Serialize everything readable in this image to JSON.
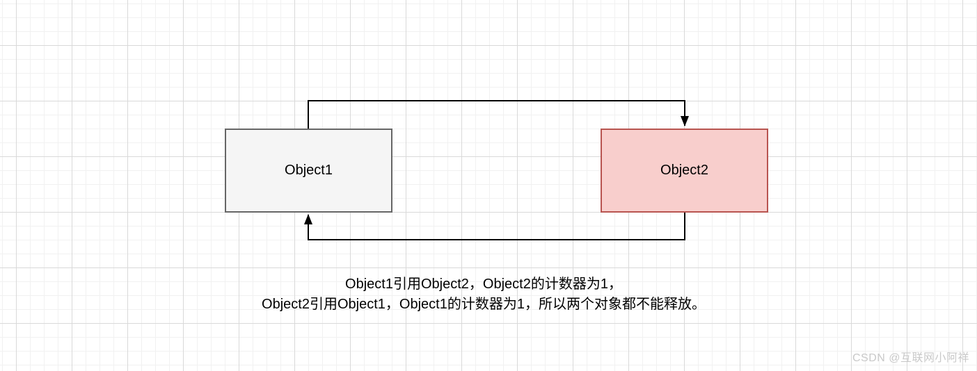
{
  "diagram": {
    "nodes": [
      {
        "id": "object1",
        "label": "Object1",
        "fill": "#f5f5f5",
        "border": "#666666"
      },
      {
        "id": "object2",
        "label": "Object2",
        "fill": "#f8cecc",
        "border": "#b85450"
      }
    ],
    "edges": [
      {
        "from": "Object1",
        "to": "Object2",
        "color": "#000000"
      },
      {
        "from": "Object2",
        "to": "Object1",
        "color": "#000000"
      }
    ]
  },
  "caption": {
    "line1": "Object1引用Object2，Object2的计数器为1，",
    "line2": "Object2引用Object1，Object1的计数器为1，所以两个对象都不能释放。"
  },
  "watermark": {
    "text": "CSDN @互联网小阿祥",
    "color": "#c9c9c9"
  }
}
